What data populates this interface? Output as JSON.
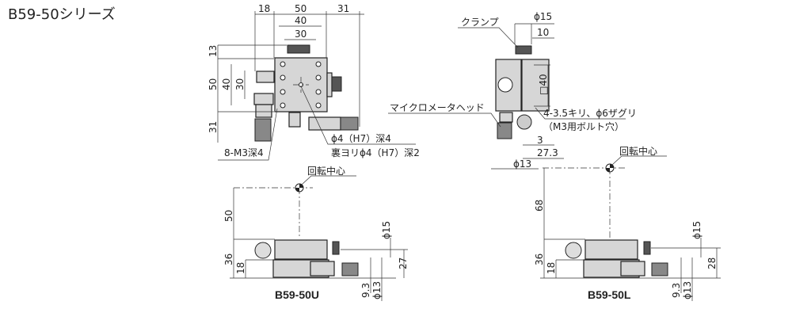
{
  "title": "B59-50シリーズ",
  "top_view": {
    "dims": {
      "w18": "18",
      "w50": "50",
      "w31": "31",
      "w40": "40",
      "w30": "30",
      "h13": "13",
      "h50": "50",
      "h40": "40",
      "h30": "30",
      "h31": "31"
    },
    "callouts": {
      "pin_hole": "ϕ4（H7）深4",
      "back_pin_hole": "裏ヨリϕ4（H7）深2",
      "tap": "8-M3深4"
    }
  },
  "side_view": {
    "clamp": "クランプ",
    "micrometer": "マイクロメータヘッド",
    "d15": "ϕ15",
    "d10": "10",
    "sq40": "□40",
    "holes": "4-3.5キリ、ϕ6ザグリ",
    "holes_note": "（M3用ボルト穴）",
    "d3": "3",
    "d27": "27.3",
    "d13": "ϕ13"
  },
  "model_u": {
    "label": "B59-50U",
    "center": "回転中心",
    "h50": "50",
    "h36": "36",
    "h18": "18",
    "d15": "ϕ15",
    "h27": "27",
    "d9": "9.3",
    "d13": "ϕ13"
  },
  "model_l": {
    "label": "B59-50L",
    "center": "回転中心",
    "h68": "68",
    "h36": "36",
    "h18": "18",
    "d15": "ϕ15",
    "h28": "28",
    "d9": "9.3",
    "d13": "ϕ13"
  }
}
